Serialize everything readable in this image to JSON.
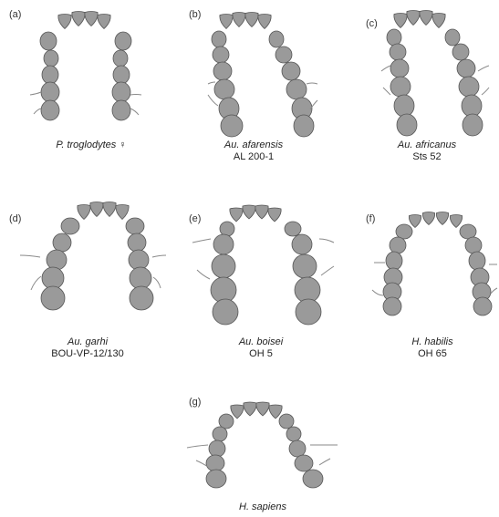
{
  "panels": [
    {
      "letter": "(a)",
      "species": "P. troglodytes",
      "symbol": "♀",
      "specimen": ""
    },
    {
      "letter": "(b)",
      "species": "Au. afarensis",
      "symbol": "",
      "specimen": "AL 200-1"
    },
    {
      "letter": "(c)",
      "species": "Au. africanus",
      "symbol": "",
      "specimen": "Sts 52"
    },
    {
      "letter": "(d)",
      "species": "Au. garhi",
      "symbol": "",
      "specimen": "BOU-VP-12/130"
    },
    {
      "letter": "(e)",
      "species": "Au. boisei",
      "symbol": "",
      "specimen": "OH 5"
    },
    {
      "letter": "(f)",
      "species": "H. habilis",
      "symbol": "",
      "specimen": "OH 65"
    },
    {
      "letter": "(g)",
      "species": "H. sapiens",
      "symbol": "",
      "specimen": ""
    }
  ],
  "colors": {
    "tooth_fill": "#9a9a9a",
    "tooth_stroke": "#555555"
  }
}
